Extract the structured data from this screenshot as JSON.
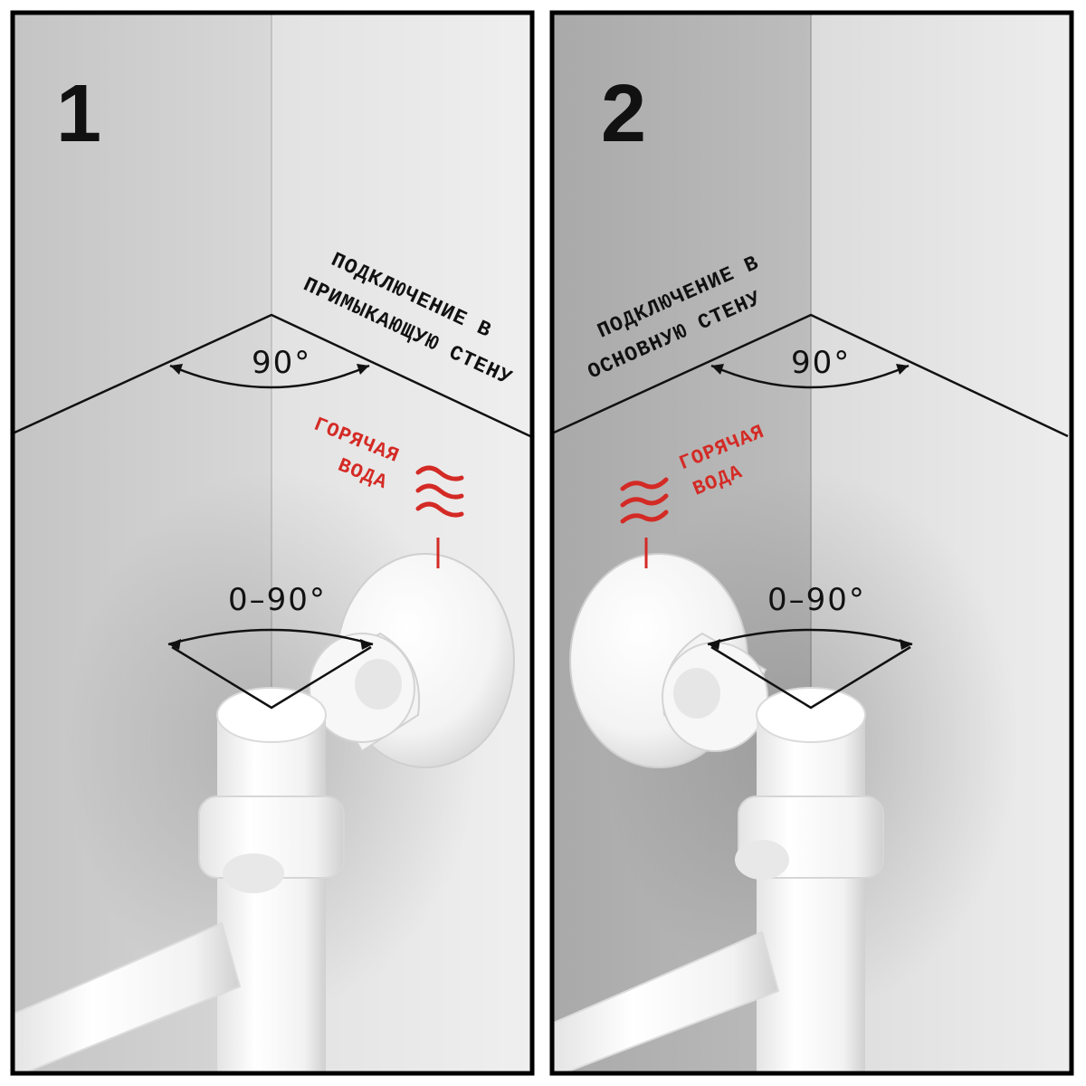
{
  "panels": [
    {
      "number": "1",
      "connection_label": [
        "ПОДКЛЮЧЕНИЕ В",
        "ПРИМЫКАЮЩУЮ СТЕНУ"
      ],
      "corner_angle": "90°",
      "rotation_range": "0–90°",
      "hot_label": [
        "ГОРЯЧАЯ",
        "ВОДА"
      ]
    },
    {
      "number": "2",
      "connection_label": [
        "ПОДКЛЮЧЕНИЕ В",
        "ОСНОВНУЮ СТЕНУ"
      ],
      "corner_angle": "90°",
      "rotation_range": "0–90°",
      "hot_label": [
        "ГОРЯЧАЯ",
        "ВОДА"
      ]
    }
  ],
  "colors": {
    "hot_accent": "#d42a25",
    "frame": "#000000",
    "line": "#111111"
  },
  "icons": {
    "hot_water": "wavy-lines-icon"
  }
}
